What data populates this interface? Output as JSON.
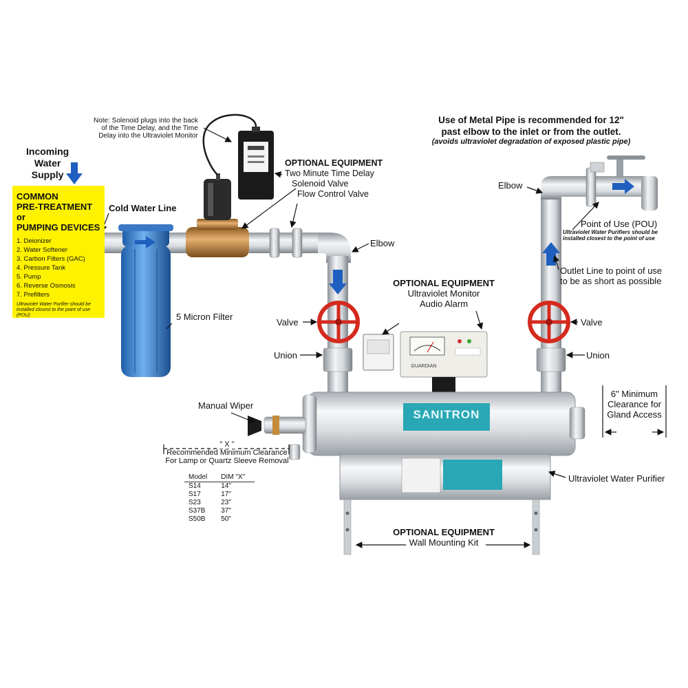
{
  "incoming": {
    "line1": "Incoming",
    "line2": "Water",
    "line3": "Supply"
  },
  "pretreatment": {
    "title_line1": "COMMON",
    "title_line2": "PRE-TREATMENT or",
    "title_line3": "PUMPING DEVICES",
    "items": [
      "1. Deionizer",
      "2. Water Softener",
      "3. Carbon Filters (GAC)",
      "4. Pressure Tank",
      "5. Pump",
      "6. Reverse Osmosis",
      "7. Prefilters"
    ],
    "note": "Ultraviolet Water Purifier should be installed closest to the point of use (POU)"
  },
  "cold_water_line": "Cold Water Line",
  "micron_filter": "5 Micron Filter",
  "solenoid_note": {
    "line1": "Note: Solenoid plugs into the back",
    "line2": "of the Time Delay, and the Time",
    "line3": "Delay into the Ultraviolet Monitor"
  },
  "optional_top": {
    "heading": "OPTIONAL EQUIPMENT",
    "item1": "Two Minute Time Delay",
    "item2": "Solenoid Valve",
    "item3": "Flow Control Valve"
  },
  "metal_pipe": {
    "line1": "Use of Metal Pipe is recommended for 12\"",
    "line2": "past elbow to the inlet or from the outlet.",
    "line3": "(avoids ultraviolet degradation of exposed plastic pipe)"
  },
  "elbow_left": "Elbow",
  "elbow_right": "Elbow",
  "pou": {
    "title": "Point of Use (POU)",
    "note1": "Ultraviolet Water Purifiers should be",
    "note2": "installed closest to the point of use"
  },
  "outlet_line": {
    "line1": "Outlet Line to point of use",
    "line2": "to be as short as possible"
  },
  "optional_monitor": {
    "heading": "OPTIONAL EQUIPMENT",
    "line1": "Ultraviolet Monitor",
    "line2": "Audio Alarm"
  },
  "valve_left": "Valve",
  "valve_right": "Valve",
  "union_left": "Union",
  "union_right": "Union",
  "manual_wiper": "Manual Wiper",
  "clearance_x": {
    "mark": "\" X \"",
    "line1": "Recommended Minimum Clearance",
    "line2": "For Lamp or Quartz Sleeve Removal"
  },
  "model_table": {
    "headers": [
      "Model",
      "DIM \"X\""
    ],
    "rows": [
      [
        "S14",
        "14\""
      ],
      [
        "S17",
        "17\""
      ],
      [
        "S23",
        "23\""
      ],
      [
        "S37B",
        "37\""
      ],
      [
        "S50B",
        "50\""
      ]
    ]
  },
  "gland": {
    "line1": "6\" Minimum",
    "line2": "Clearance for",
    "line3": "Gland Access"
  },
  "purifier_label": "Ultraviolet Water Purifier",
  "brand": "SANITRON",
  "monitor_brand": "GUARDIAN",
  "optional_mount": {
    "heading": "OPTIONAL EQUIPMENT",
    "line1": "Wall Mounting Kit"
  },
  "colors": {
    "yellow": "#fff200",
    "filter_blue": "#3b7fd0",
    "valve_red": "#d42a1e",
    "flow_arrow": "#1f5fbf",
    "brass": "#c48a3c",
    "steel": "#c9ced3",
    "teal": "#2aa7b4"
  }
}
